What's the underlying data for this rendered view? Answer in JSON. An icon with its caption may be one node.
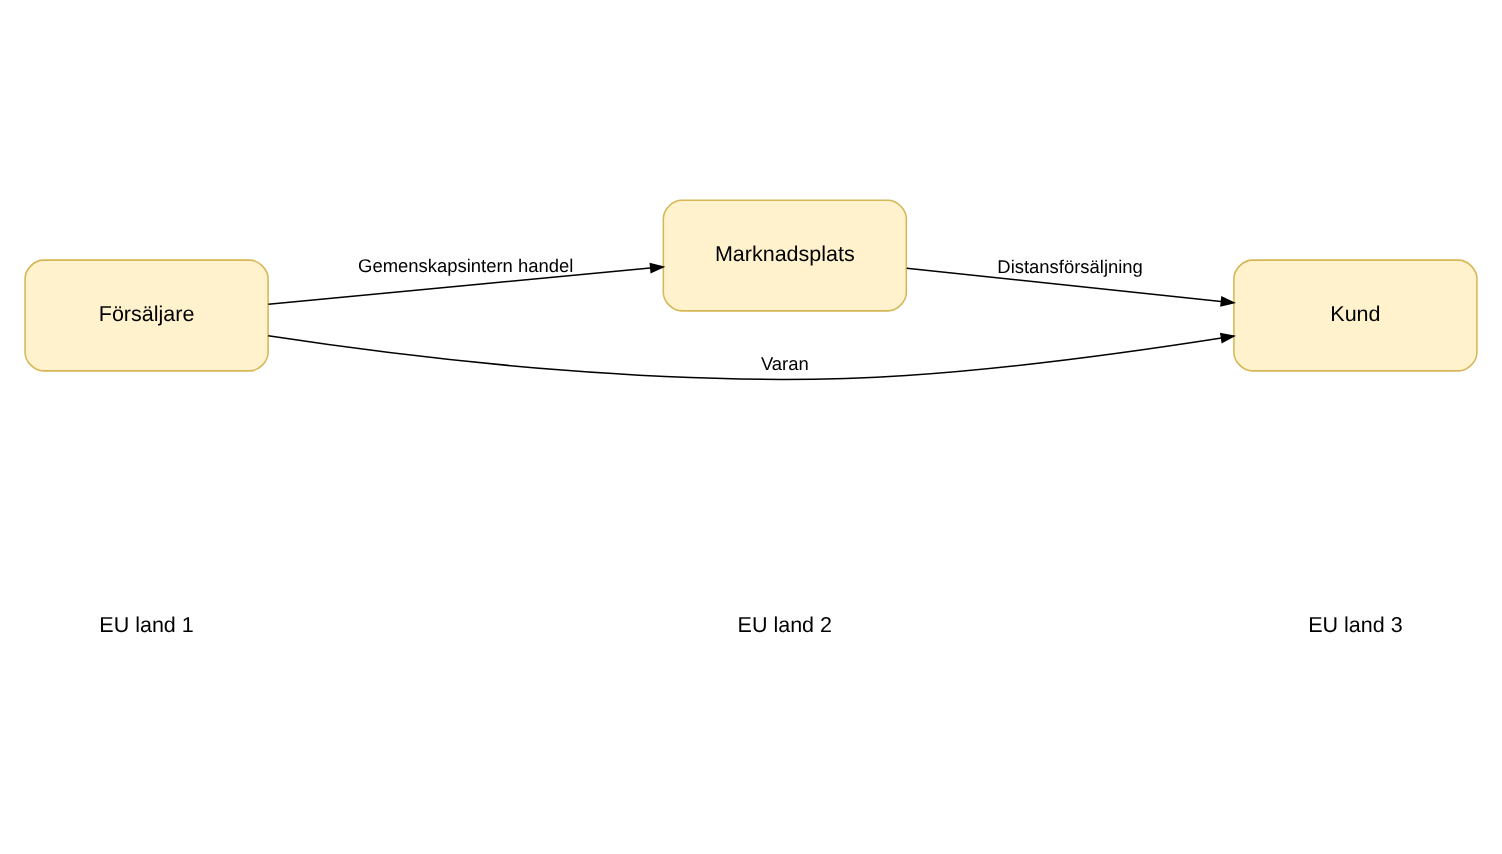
{
  "diagram": {
    "nodes": [
      {
        "text": [
          "Försäljare"
        ]
      },
      {
        "text": [
          "Marknadsplats"
        ]
      },
      {
        "text": [
          "Kund"
        ]
      }
    ],
    "edges": [
      {
        "from": 0,
        "to": 1,
        "arrow": "to",
        "label": "Gemenskapsintern handel"
      },
      {
        "from": 1,
        "to": 2,
        "arrow": "to",
        "label": "Distansförsäljning"
      },
      {
        "from": 0,
        "to": 2,
        "arrow": "to",
        "label": "Varan"
      }
    ],
    "labels": [
      "EU land 1",
      "EU land 2",
      "EU land 3"
    ]
  }
}
